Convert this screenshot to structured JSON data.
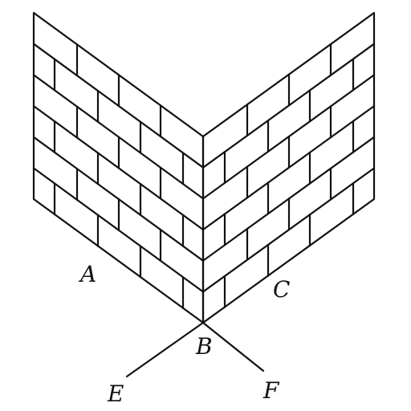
{
  "figure": {
    "stroke": "#111111",
    "background": "#ffffff",
    "labels": {
      "A": "A",
      "B": "B",
      "C": "C",
      "E": "E",
      "F": "F"
    }
  }
}
